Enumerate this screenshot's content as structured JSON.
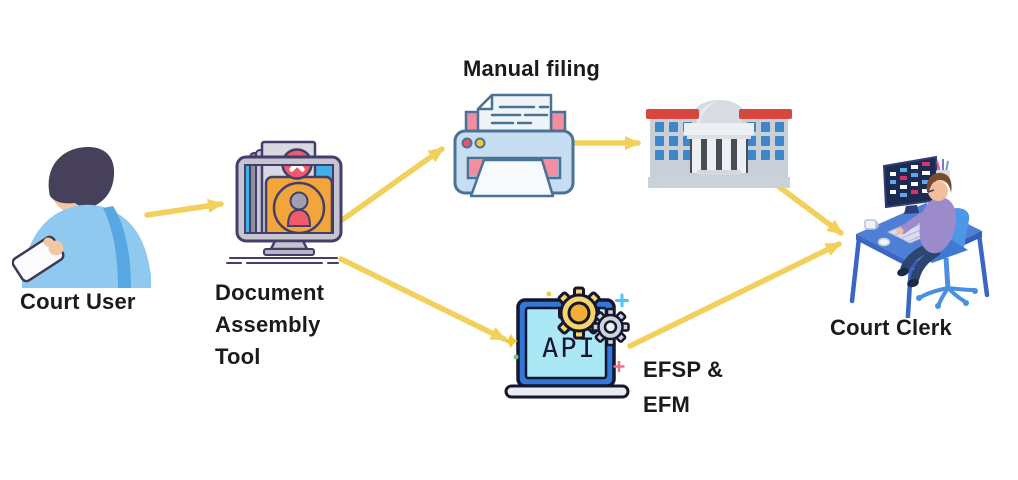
{
  "diagram": {
    "nodes": {
      "court_user": {
        "label": "Court User",
        "icon": "person-with-phone-icon"
      },
      "document_assembly": {
        "label_lines": [
          "Document",
          "Assembly",
          "Tool"
        ],
        "icon": "monitor-document-error-icon"
      },
      "manual_filing": {
        "label": "Manual filing",
        "icon": "printer-icon"
      },
      "courthouse": {
        "icon": "courthouse-icon"
      },
      "api": {
        "screen_text": "API",
        "icon": "laptop-api-gears-icon"
      },
      "efsp_efm": {
        "label_lines": [
          "EFSP &",
          "EFM"
        ]
      },
      "court_clerk": {
        "label": "Court Clerk",
        "icon": "clerk-at-desk-icon"
      }
    },
    "edges": [
      {
        "from": "court_user",
        "to": "document_assembly"
      },
      {
        "from": "document_assembly",
        "to": "manual_filing"
      },
      {
        "from": "manual_filing",
        "to": "courthouse"
      },
      {
        "from": "courthouse",
        "to": "court_clerk"
      },
      {
        "from": "document_assembly",
        "to": "api"
      },
      {
        "from": "api",
        "to": "court_clerk"
      }
    ],
    "colors": {
      "arrow": "#F1D15C",
      "text": "#1B1B1B",
      "background": "#FFFFFF"
    }
  }
}
